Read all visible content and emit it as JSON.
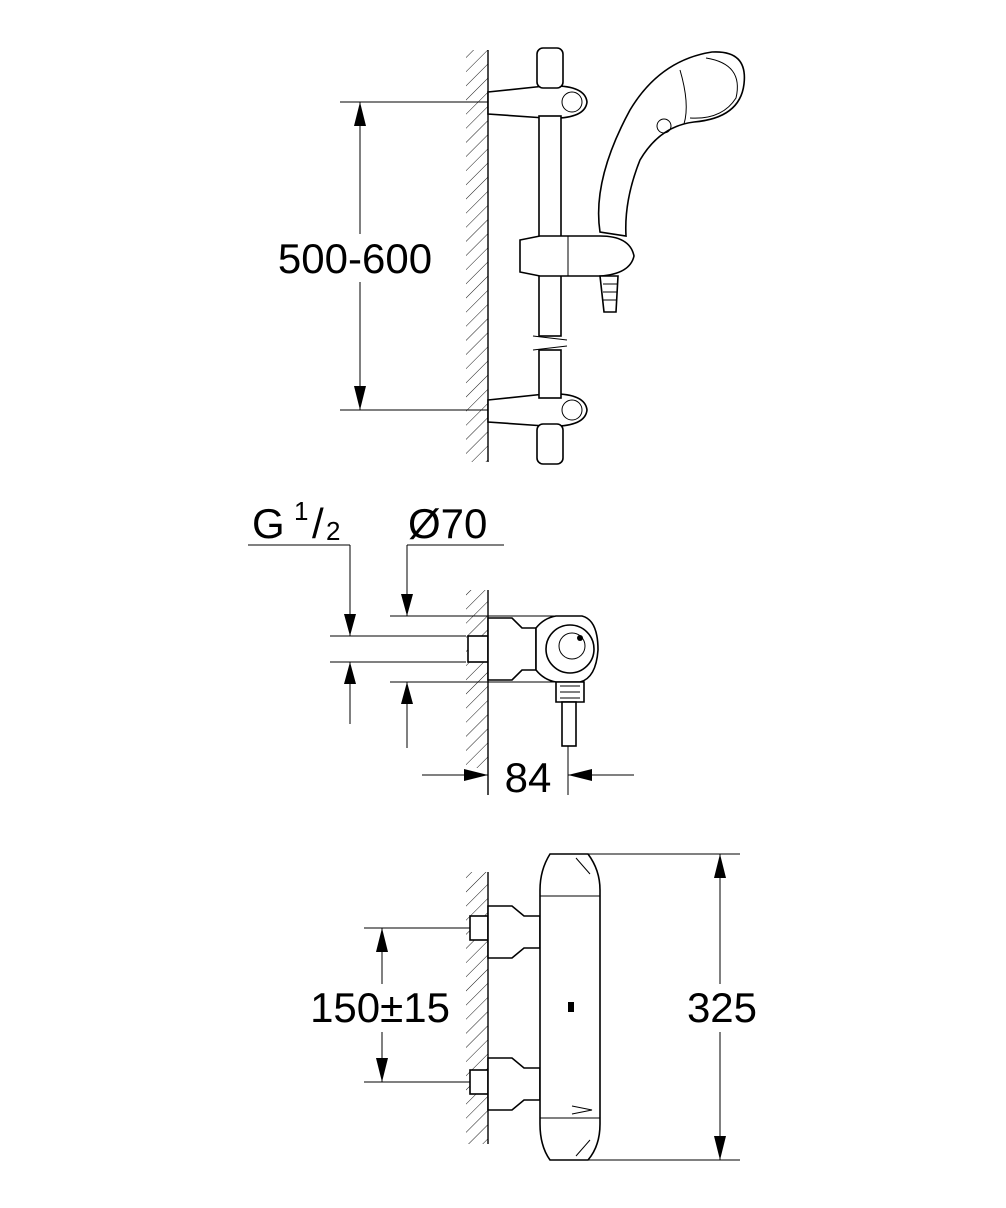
{
  "dimensions": {
    "rail_spacing": "500-600",
    "thread_letter": "G",
    "thread_num": "1",
    "thread_slash": "/",
    "thread_den": "2",
    "diameter": "Ø70",
    "projection": "84",
    "inlet_spacing": "150±15",
    "body_length": "325"
  }
}
